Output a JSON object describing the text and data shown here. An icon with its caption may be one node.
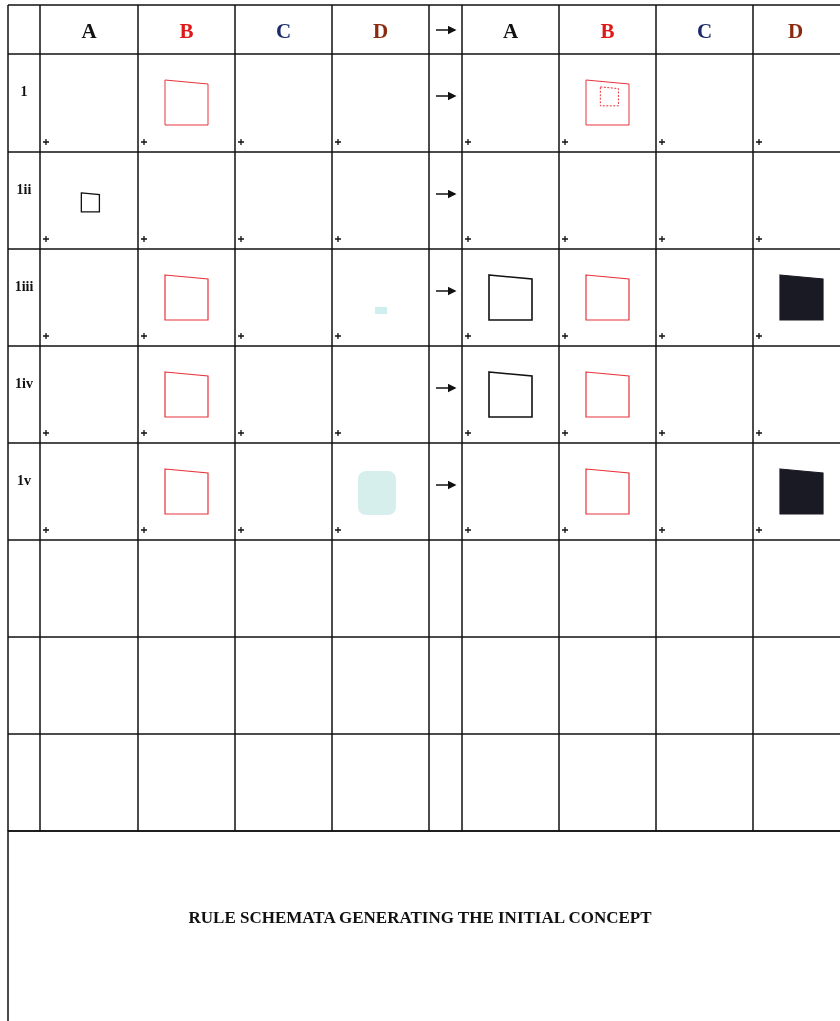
{
  "diagram": {
    "title": "RULE SCHEMATA GENERATING THE INITIAL CONCEPT",
    "labels": [
      "A",
      "B",
      "C",
      "D",
      "A",
      "B",
      "C",
      "D",
      "1",
      "1ii",
      "1iii",
      "1iv",
      "1v"
    ]
  }
}
